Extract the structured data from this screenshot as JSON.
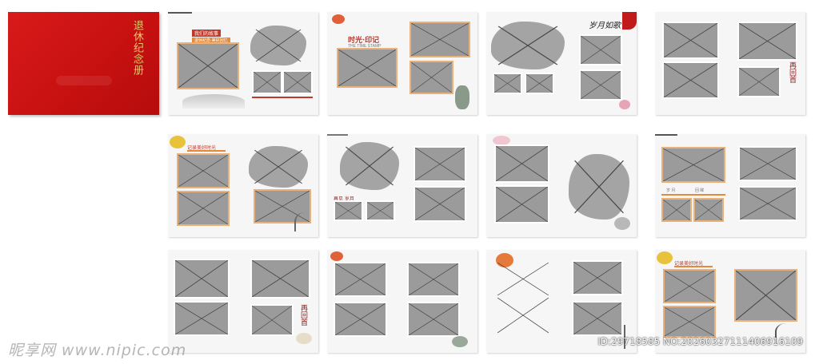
{
  "cover": {
    "title": "退休纪念册"
  },
  "page2": {
    "banner_line1": "我们的故事",
    "banner_line2": "退休纪念·美好回忆"
  },
  "page3": {
    "stamp_title": "时光·印记",
    "stamp_sub": "THE TIME STAMP"
  },
  "page4": {
    "calligraphy": "岁月如歌"
  },
  "page5": {
    "seal": "再回首"
  },
  "page6": {
    "header": "记录美好时光"
  },
  "page7": {
    "caption": "再见 岁月"
  },
  "page9": {
    "row1": "岁 月",
    "row2": "回 眸"
  },
  "page10": {
    "seal": "再回首"
  },
  "page13": {
    "header": "记录美好时光"
  },
  "watermark": "昵享网 www.nipic.com",
  "id_line": "ID:29718585 NO:20260327111406916109"
}
